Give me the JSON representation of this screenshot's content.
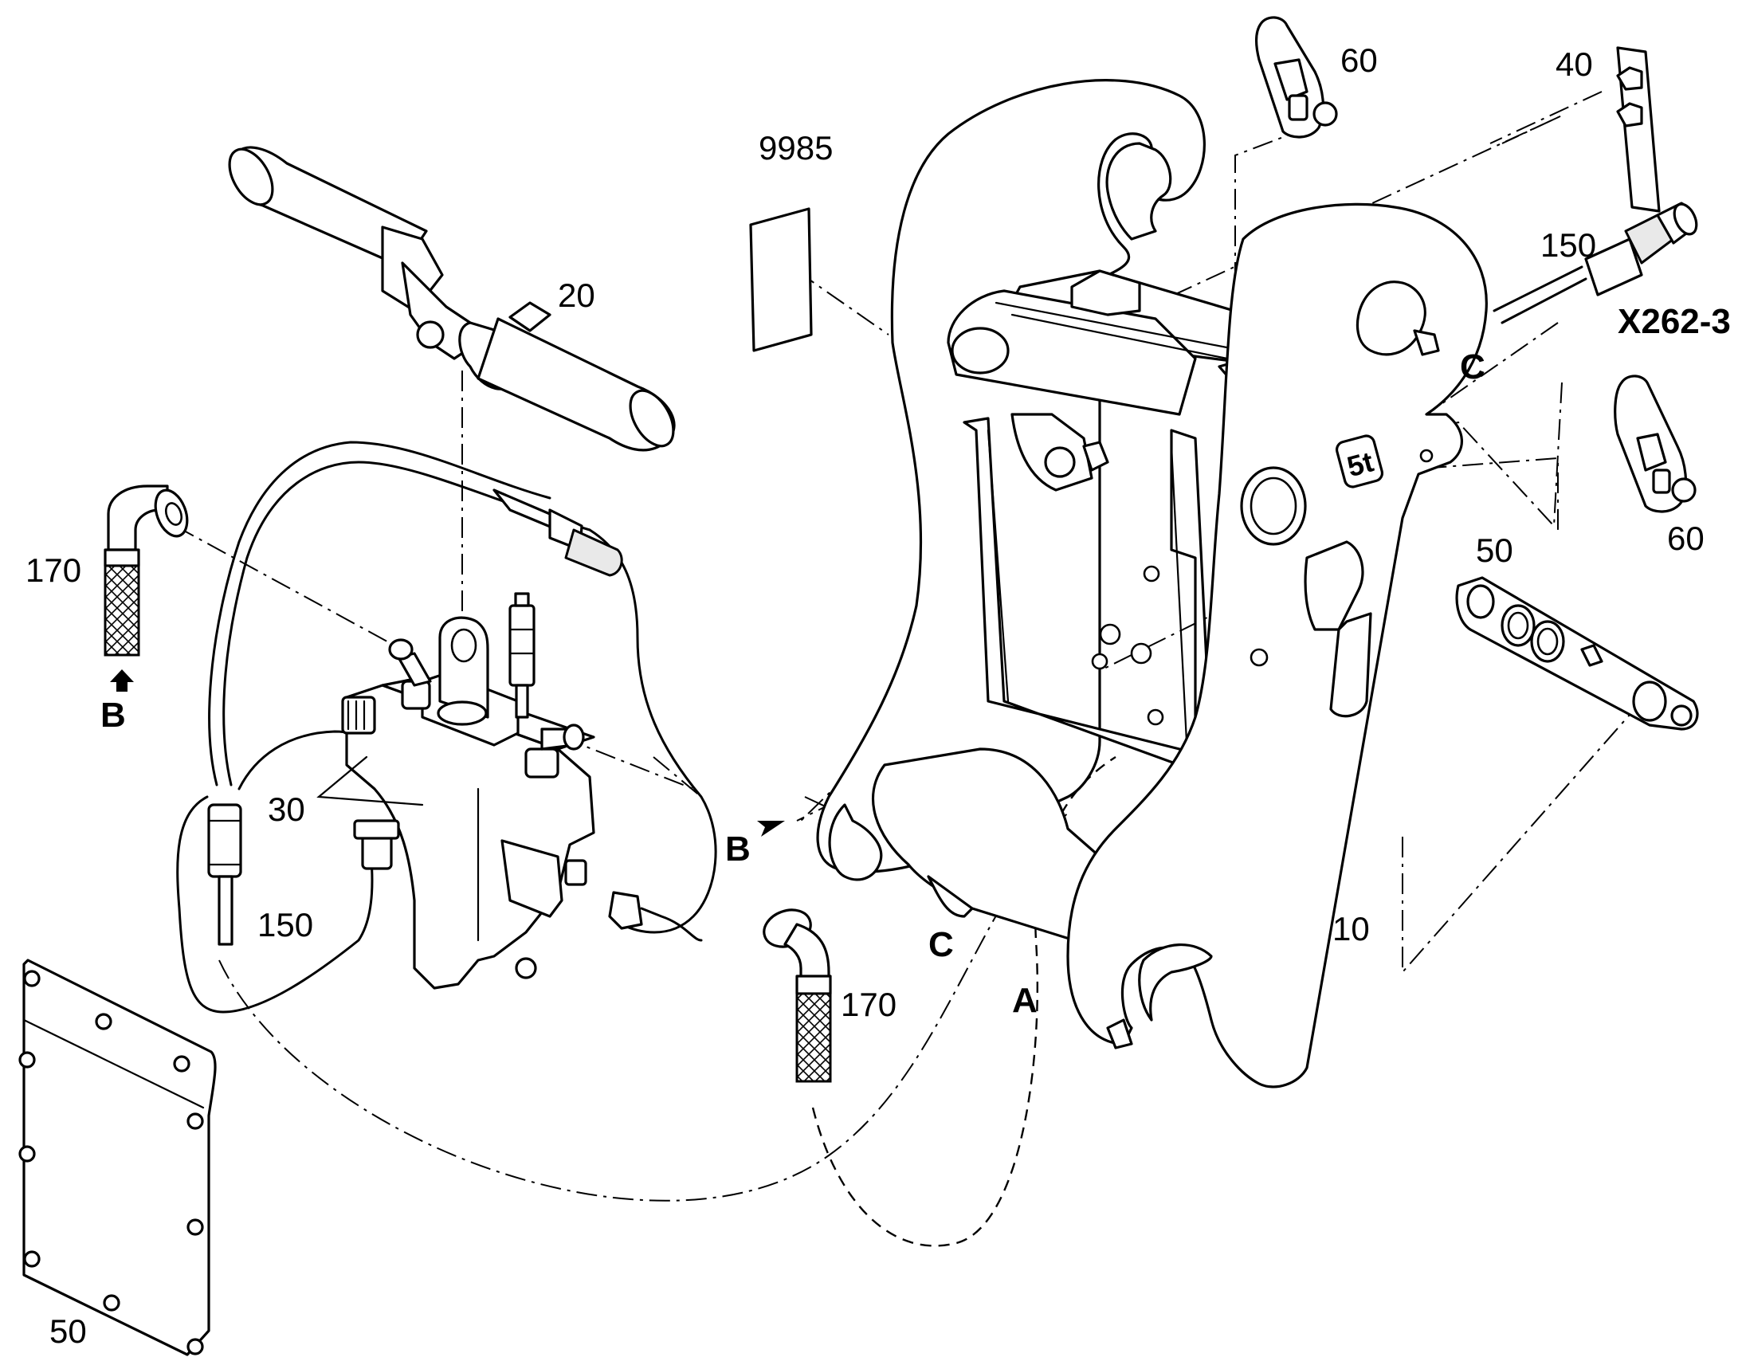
{
  "callouts": {
    "c9985": "9985",
    "c20": "20",
    "c170_left": "170",
    "c30": "30",
    "c150_left": "150",
    "c50_bottom": "50",
    "c170_mid": "170",
    "c60_top": "60",
    "c40": "40",
    "c150_right": "150",
    "c60_right": "60",
    "c50_right": "50",
    "c10": "10"
  },
  "connectors": {
    "x262": "X262-3"
  },
  "letters": {
    "b_left": "B",
    "b_mid": "B",
    "c_right": "C",
    "c_mid": "C",
    "a_mid": "A"
  }
}
